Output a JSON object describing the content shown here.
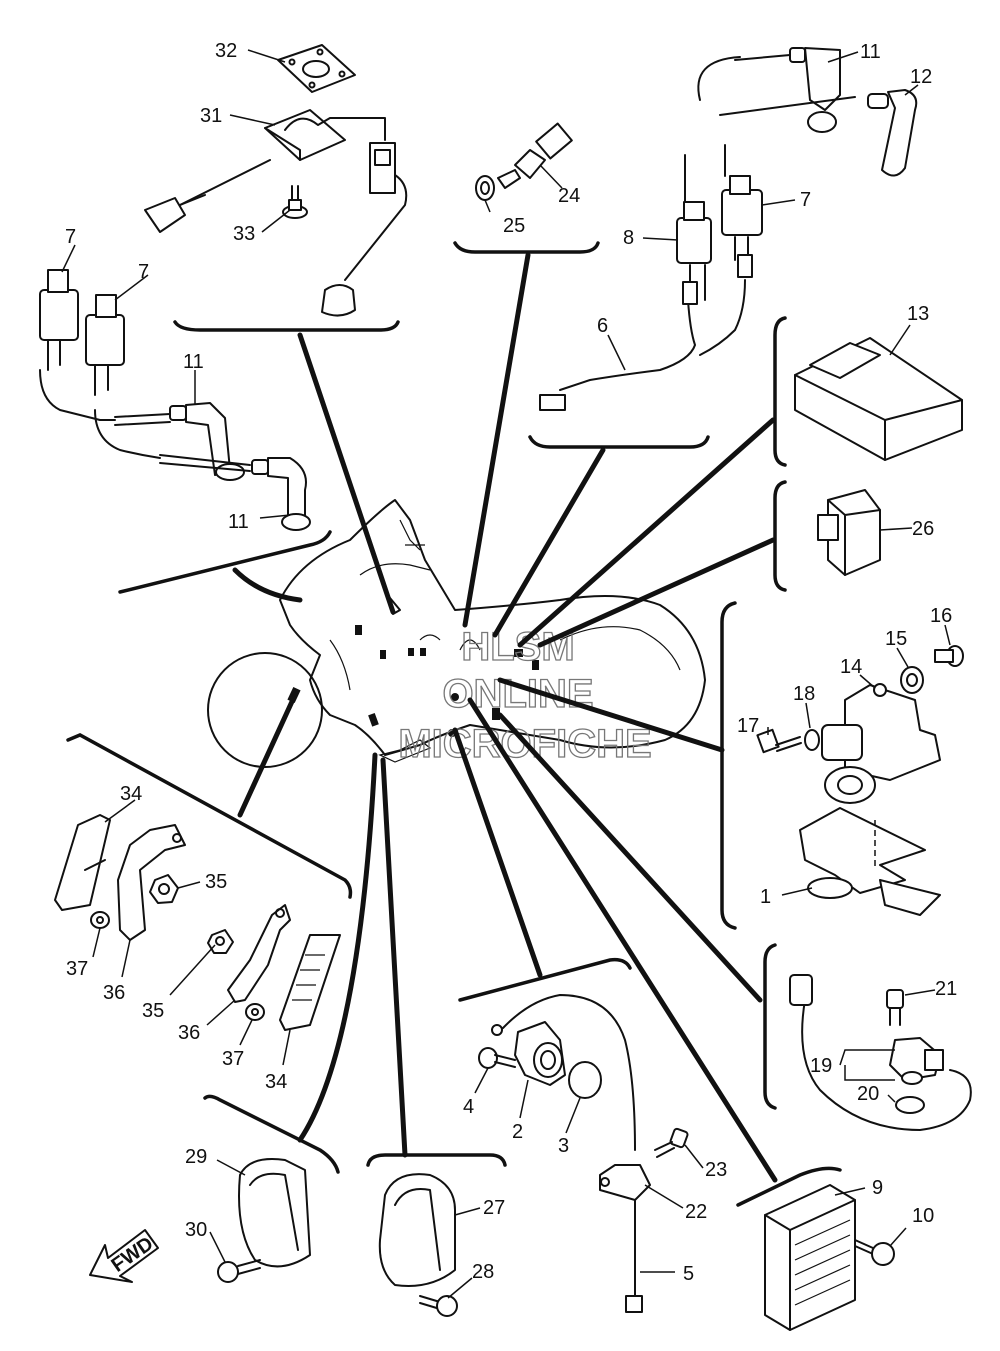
{
  "watermark": {
    "line1": "HLSM",
    "line2": "ONLINE",
    "line3": "MICROFICHE"
  },
  "direction_label": "FWD",
  "callouts": [
    "1",
    "2",
    "3",
    "4",
    "5",
    "6",
    "7",
    "7",
    "7",
    "8",
    "9",
    "10",
    "11",
    "11",
    "11",
    "12",
    "13",
    "14",
    "15",
    "16",
    "17",
    "18",
    "19",
    "20",
    "21",
    "22",
    "23",
    "24",
    "25",
    "26",
    "27",
    "28",
    "29",
    "30",
    "31",
    "32",
    "33",
    "34",
    "34",
    "35",
    "35",
    "36",
    "36",
    "37",
    "37"
  ]
}
